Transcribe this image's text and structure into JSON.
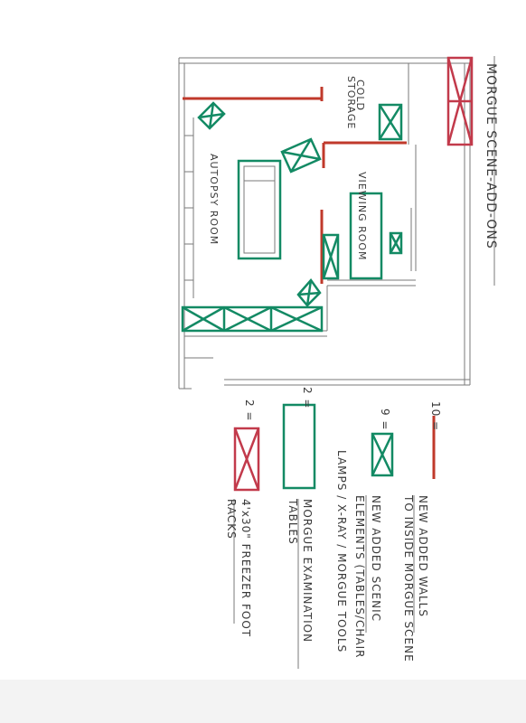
{
  "title": "MORGUE SCENE-ADD-ONS",
  "rooms": {
    "cold_storage_line1": "COLD",
    "cold_storage_line2": "STORAGE",
    "autopsy": "AUTOPSY ROOM",
    "viewing": "VIEWING ROOM"
  },
  "legend": [
    {
      "key": "10 =",
      "lines": [
        "NEW ADDED WALLS",
        "TO INSIDE MORGUE SCENE"
      ],
      "swatch": "red-wall"
    },
    {
      "key": "9 =",
      "lines": [
        "NEW ADDED SCENIC",
        "ELEMENTS (TABLES/CHAIR",
        "LAMPS / X-RAY / MORGUE TOOLS"
      ],
      "swatch": "green-box-x"
    },
    {
      "key": "2 =",
      "lines": [
        "MORGUE EXAMINATION",
        "TABLES"
      ],
      "swatch": "green-rect"
    },
    {
      "key": "2 =",
      "lines": [
        "4'x30\" FREEZER FOOT",
        "RACKS"
      ],
      "swatch": "red-box-x"
    }
  ],
  "colors": {
    "new_walls": "#c0392b",
    "scenic_elements": "#138a64",
    "freezer_racks": "#c23a4b",
    "pencil": "#7a7a7a"
  }
}
